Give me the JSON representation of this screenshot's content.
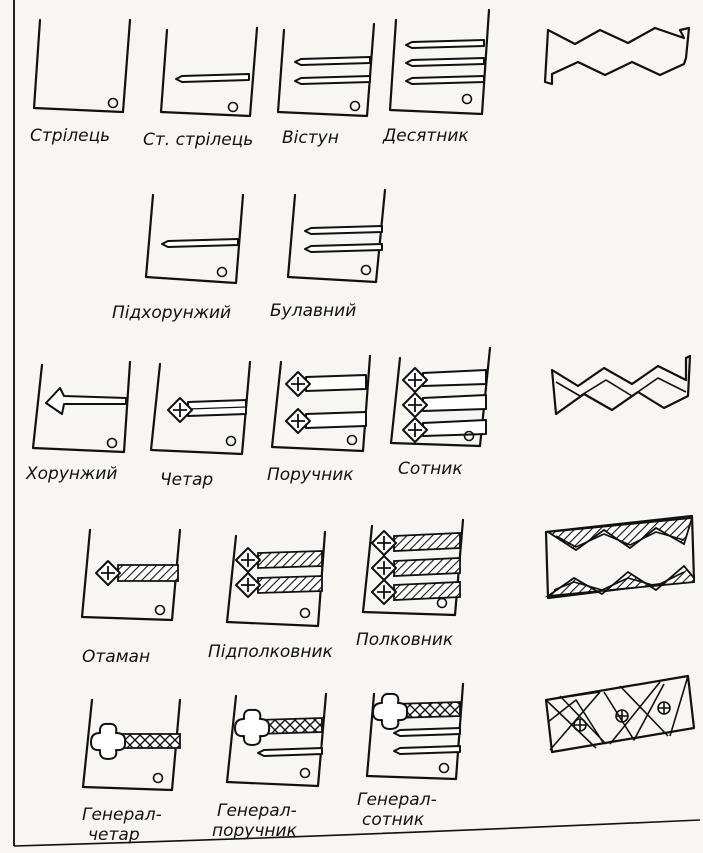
{
  "ranks": {
    "strilets": "Стрілець",
    "st_strilets": "Ст. стрілець",
    "vistun": "Вістун",
    "desiatnyk": "Десятник",
    "pidkhorunzhyi": "Підхорунжий",
    "bulavnyi": "Булавний",
    "khorunzhyi": "Хорунжий",
    "chetar": "Четар",
    "poruchnyk": "Поручник",
    "sotnyk": "Сотник",
    "otaman": "Отаман",
    "pidpolkovnyk": "Підполковник",
    "polkovnyk": "Полковник",
    "general_chetar_1": "Генерал-",
    "general_chetar_2": "четар",
    "general_poruchnyk_1": "Генерал-",
    "general_poruchnyk_2": "поручник",
    "general_sotnyk_1": "Генерал-",
    "general_sotnyk_2": "сотник"
  }
}
